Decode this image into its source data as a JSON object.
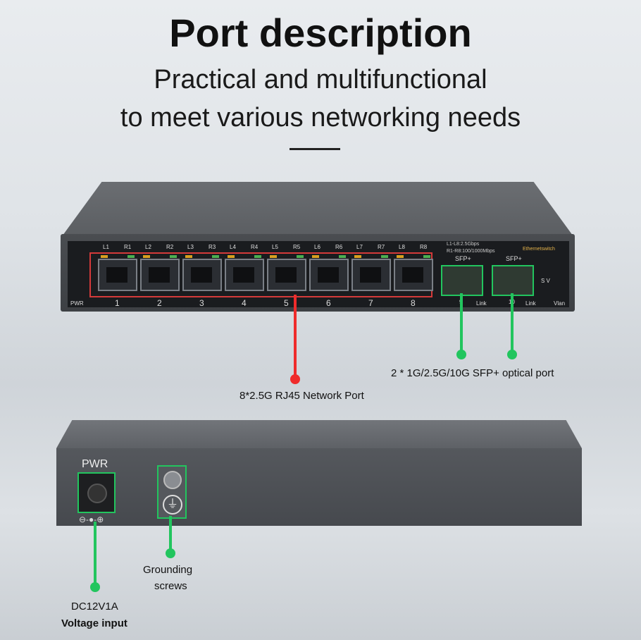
{
  "title": "Port description",
  "subtitle_line1": "Practical and multifunctional",
  "subtitle_line2": "to meet various networking needs",
  "front": {
    "port_labels_top": [
      "L1",
      "R1",
      "L2",
      "R2",
      "L3",
      "R3",
      "L4",
      "R4",
      "L5",
      "R5",
      "L6",
      "R6",
      "L7",
      "R7",
      "L8",
      "R8"
    ],
    "port_numbers": [
      "1",
      "2",
      "3",
      "4",
      "5",
      "6",
      "7",
      "8"
    ],
    "pwr_label": "PWR",
    "led_legend_1": "L1-L8:2.5Gbps",
    "led_legend_2": "R1-R8:100/1000Mbps",
    "sfp_label": "SFP+",
    "sfp_numbers": [
      "9",
      "10"
    ],
    "link_label": "Link",
    "vlan_label": "Vlan",
    "sv_label": "S V",
    "brand": "Ethernetswitch"
  },
  "callouts": {
    "rj45": "8*2.5G RJ45 Network Port",
    "sfp": "2 * 1G/2.5G/10G SFP+ optical port",
    "grounding_line1": "Grounding",
    "grounding_line2": "screws",
    "power_line1": "DC12V1A",
    "power_line2": "Voltage input"
  },
  "back": {
    "pwr_label": "PWR",
    "polarity": "⊖-●-⊕",
    "ground_symbol": "⏚"
  },
  "colors": {
    "accent_red": "#ef2b2b",
    "accent_green": "#22c55e"
  }
}
